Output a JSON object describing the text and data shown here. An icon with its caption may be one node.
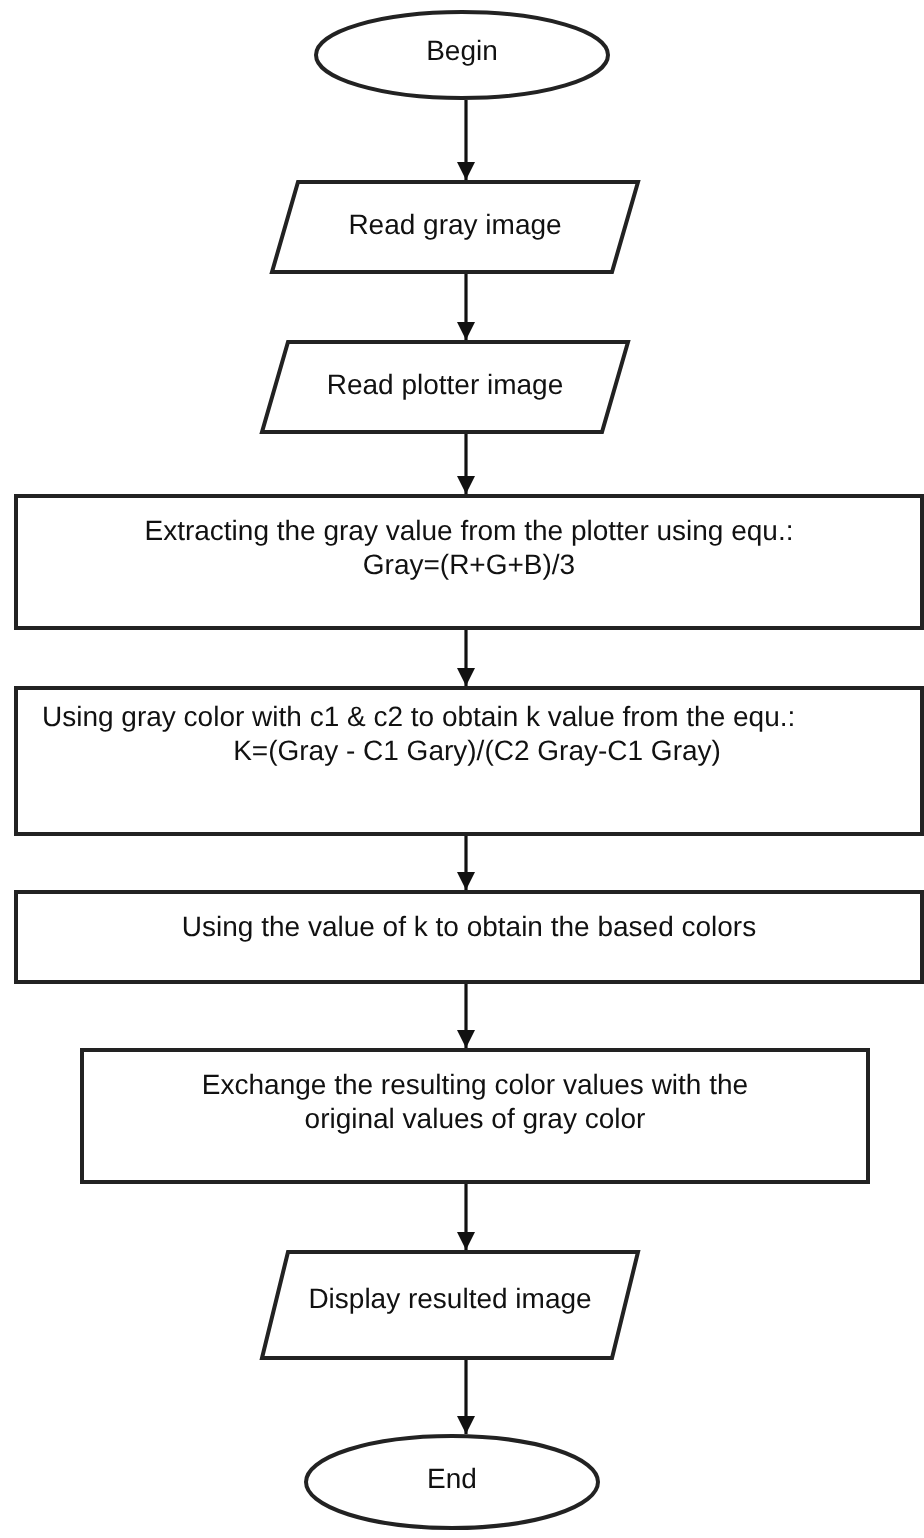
{
  "diagram": {
    "nodes": [
      {
        "text": [
          "Begin"
        ]
      },
      {
        "text": [
          "Read gray image"
        ]
      },
      {
        "text": [
          "Read plotter image"
        ]
      },
      {
        "text": [
          "Extracting the gray value from the plotter using equ.:",
          "Gray=(R+G+B)/3"
        ]
      },
      {
        "text": [
          "Using gray color with c1 & c2 to obtain k value from the equ.:",
          "K=(Gray - C1 Gary)/(C2 Gray-C1 Gray)"
        ]
      },
      {
        "text": [
          "Using the value of k to obtain the based colors"
        ]
      },
      {
        "text": [
          "Exchange the resulting color values with the original values of gray color"
        ]
      },
      {
        "text": [
          "Display resulted image"
        ]
      },
      {
        "text": [
          "End"
        ]
      }
    ],
    "edges": [
      {
        "from": 0,
        "to": 1,
        "arrow": "to"
      },
      {
        "from": 1,
        "to": 2,
        "arrow": "to"
      },
      {
        "from": 2,
        "to": 3,
        "arrow": "to"
      },
      {
        "from": 3,
        "to": 4,
        "arrow": "to"
      },
      {
        "from": 4,
        "to": 5,
        "arrow": "to"
      },
      {
        "from": 5,
        "to": 6,
        "arrow": "to"
      },
      {
        "from": 6,
        "to": 7,
        "arrow": "to"
      },
      {
        "from": 7,
        "to": 8,
        "arrow": "to"
      }
    ]
  }
}
